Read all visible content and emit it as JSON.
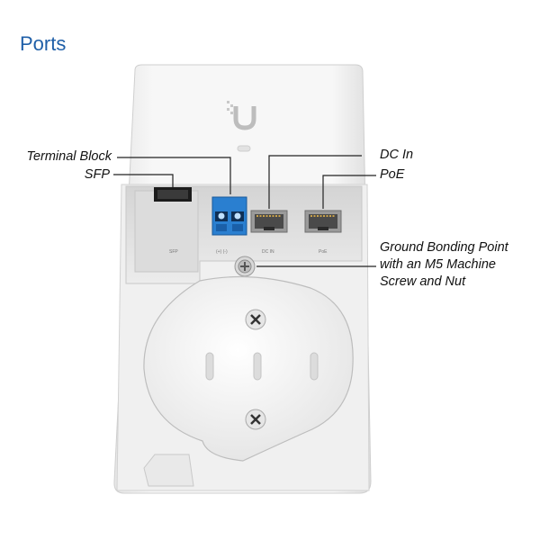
{
  "page": {
    "title": "Ports"
  },
  "callouts": {
    "terminal_block": "Terminal Block",
    "sfp": "SFP",
    "dc_in": "DC In",
    "poe": "PoE",
    "ground_line1": "Ground Bonding Point",
    "ground_line2": "with an M5 Machine",
    "ground_line3": "Screw and Nut"
  },
  "port_labels": {
    "sfp": "SFP",
    "terminal": "(+) (-)",
    "dc_in": "DC IN",
    "poe": "PoE"
  },
  "icons": [
    "ubiquiti-logo-icon",
    "led-indicator-icon",
    "ground-screw-icon",
    "mount-screw-icon"
  ],
  "colors": {
    "title": "#1f5fa8",
    "terminal_block": "#2a7fd0",
    "lines": "#222222"
  }
}
